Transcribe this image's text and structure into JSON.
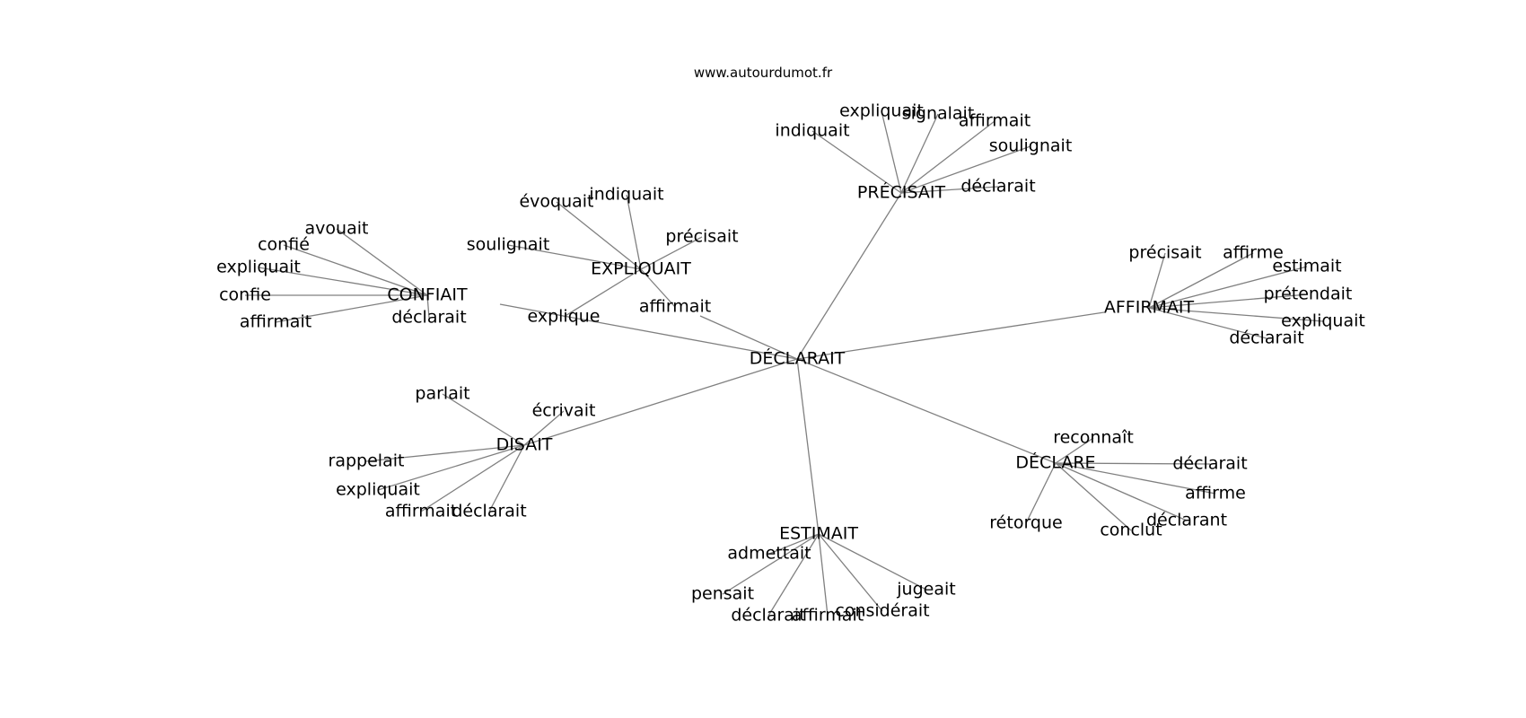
{
  "watermark": "www.autourdumot.fr",
  "colors": {
    "edge": "#808080",
    "text": "#000000",
    "background": "#ffffff"
  },
  "center": {
    "id": "c",
    "label": "DÉCLARAIT"
  },
  "hubs": [
    {
      "id": "precisait",
      "label": "PRÉCISAIT",
      "leaves": [
        "indiquait",
        "expliquait",
        "signalait",
        "affirmait",
        "soulignait",
        "déclarait"
      ]
    },
    {
      "id": "expliquait",
      "label": "EXPLIQUAIT",
      "leaves": [
        "évoquait",
        "indiquait",
        "précisait",
        "soulignait",
        "affirmait",
        "explique"
      ]
    },
    {
      "id": "confiait",
      "label": "CONFIAIT",
      "leaves": [
        "avouait",
        "confié",
        "expliquait",
        "confie",
        "affirmait",
        "déclarait"
      ]
    },
    {
      "id": "affirmait",
      "label": "AFFIRMAIT",
      "leaves": [
        "précisait",
        "affirme",
        "estimait",
        "prétendait",
        "expliquait",
        "déclarait"
      ]
    },
    {
      "id": "disait",
      "label": "DISAIT",
      "leaves": [
        "parlait",
        "écrivait",
        "rappelait",
        "expliquait",
        "affirmait",
        "déclarait"
      ]
    },
    {
      "id": "declare",
      "label": "DÉCLARE",
      "leaves": [
        "reconnaît",
        "déclarait",
        "affirme",
        "déclarant",
        "conclut",
        "rétorque"
      ]
    },
    {
      "id": "estimait",
      "label": "ESTIMAIT",
      "leaves": [
        "admettait",
        "pensait",
        "déclarait",
        "affirmait",
        "considérait",
        "jugeait"
      ]
    }
  ]
}
